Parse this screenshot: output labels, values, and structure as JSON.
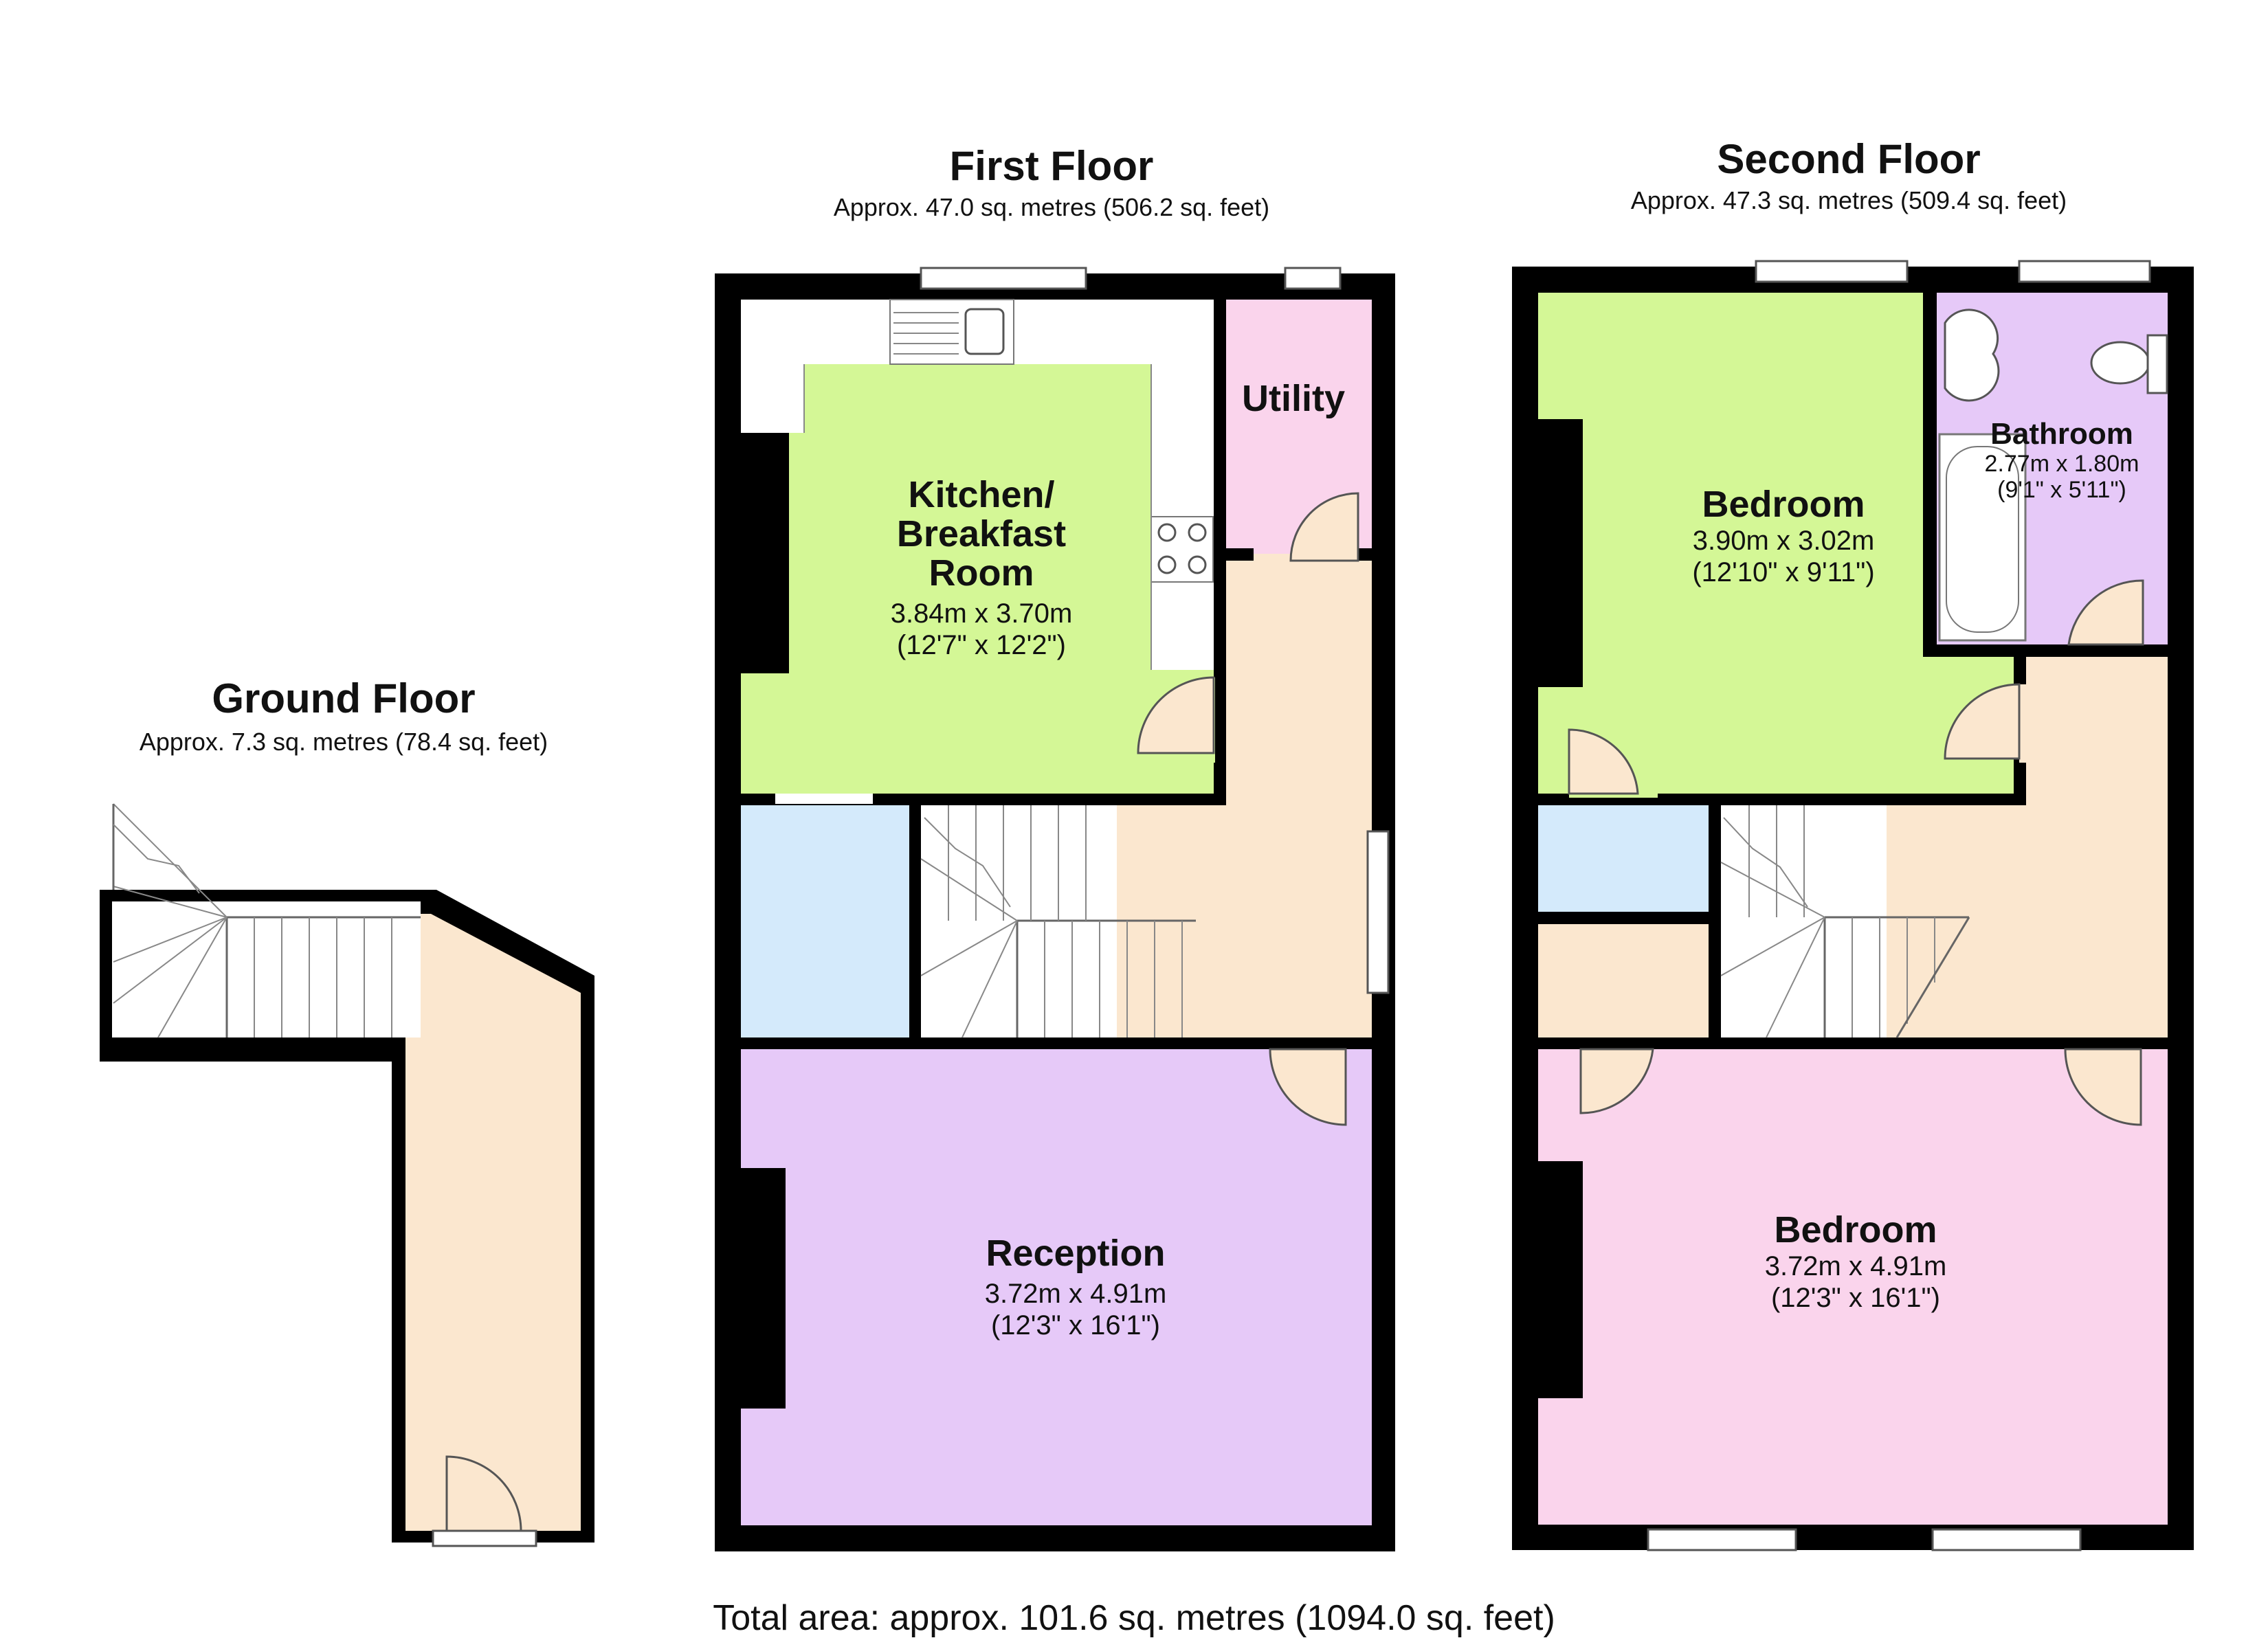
{
  "floors": {
    "ground": {
      "title": "Ground Floor",
      "area": "Approx. 7.3 sq. metres (78.4 sq. feet)"
    },
    "first": {
      "title": "First Floor",
      "area": "Approx. 47.0 sq. metres (506.2 sq. feet)",
      "rooms": {
        "kitchen": {
          "name_lines": [
            "Kitchen/",
            "Breakfast",
            "Room"
          ],
          "dim_m": "3.84m x 3.70m",
          "dim_ft": "(12'7\" x 12'2\")"
        },
        "utility": {
          "name": "Utility"
        },
        "reception": {
          "name": "Reception",
          "dim_m": "3.72m x 4.91m",
          "dim_ft": "(12'3\" x 16'1\")"
        }
      }
    },
    "second": {
      "title": "Second Floor",
      "area": "Approx. 47.3 sq. metres (509.4 sq. feet)",
      "rooms": {
        "bedroom_rear": {
          "name": "Bedroom",
          "dim_m": "3.90m x 3.02m",
          "dim_ft": "(12'10\" x 9'11\")"
        },
        "bathroom": {
          "name": "Bathroom",
          "dim_m": "2.77m x 1.80m",
          "dim_ft": "(9'1\" x 5'11\")"
        },
        "bedroom_front": {
          "name": "Bedroom",
          "dim_m": "3.72m x 4.91m",
          "dim_ft": "(12'3\" x 16'1\")"
        }
      }
    }
  },
  "total_area": "Total area: approx. 101.6 sq. metres (1094.0 sq. feet)",
  "colors": {
    "hall": "#fbe7cf",
    "kitchen": "#d4f796",
    "utility": "#fad4ec",
    "storage": "#d4eafb",
    "reception": "#e6c9f8",
    "bathroom": "#e6c9f8",
    "bedroom_rear": "#d4f796",
    "bedroom_front": "#fad4ec",
    "wall": "#000000"
  }
}
